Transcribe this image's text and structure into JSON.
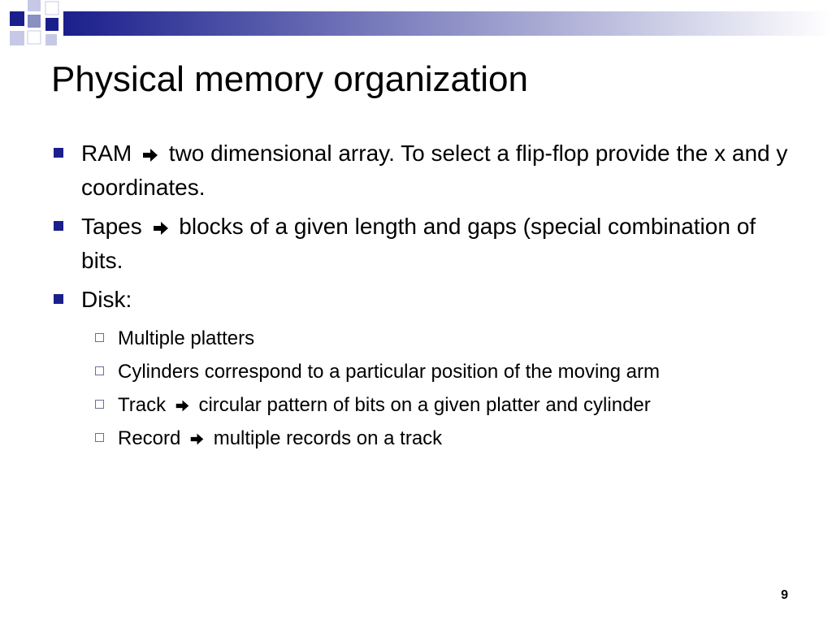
{
  "title": "Physical memory organization",
  "bullets": [
    {
      "text_before": "RAM",
      "has_arrow": true,
      "text_after": "two dimensional array. To select a flip-flop provide the x and y coordinates."
    },
    {
      "text_before": "Tapes",
      "has_arrow": true,
      "text_after": "blocks of a given length and gaps (special combination of bits."
    },
    {
      "text_before": "Disk:",
      "has_arrow": false,
      "text_after": ""
    }
  ],
  "sub_bullets": [
    {
      "text_before": "Multiple platters",
      "has_arrow": false,
      "text_after": ""
    },
    {
      "text_before": "Cylinders correspond to a particular position of the moving arm",
      "has_arrow": false,
      "text_after": ""
    },
    {
      "text_before": "Track",
      "has_arrow": true,
      "text_after": "circular pattern of bits on a given platter and cylinder"
    },
    {
      "text_before": "Record",
      "has_arrow": true,
      "text_after": "multiple records on a track"
    }
  ],
  "page_number": "9",
  "colors": {
    "accent": "#1a1f8c",
    "deco_light": "#8a8fc4"
  }
}
